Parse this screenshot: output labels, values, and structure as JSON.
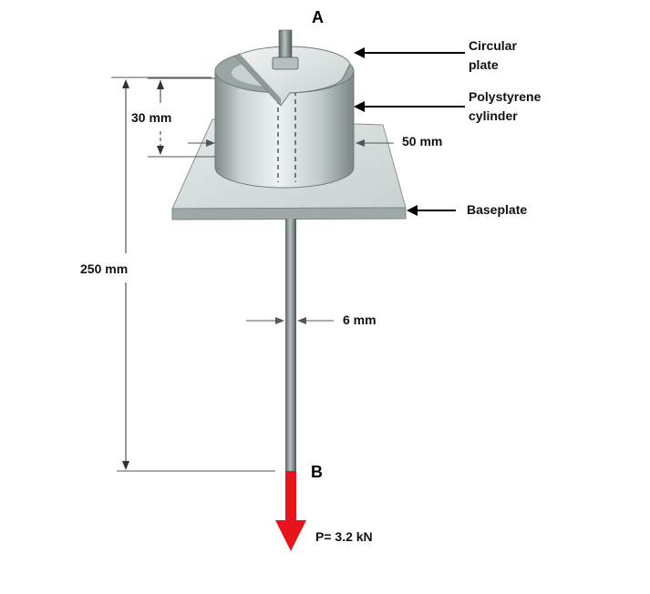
{
  "points": {
    "top": "A",
    "bottom": "B"
  },
  "callouts": {
    "circular_plate": [
      "Circular",
      "plate"
    ],
    "polystyrene_cylinder": [
      "Polystyrene",
      "cylinder"
    ],
    "baseplate": "Baseplate"
  },
  "dimensions": {
    "cylinder_height": "30 mm",
    "cylinder_wall": "50 mm",
    "total_length": "250 mm",
    "rod_diameter": "6 mm"
  },
  "load": {
    "label": "P= 3.2 kN"
  },
  "colors": {
    "load_arrow": "#e8141b",
    "metal_light": "#e9eeee",
    "metal_dark": "#8c9797"
  }
}
